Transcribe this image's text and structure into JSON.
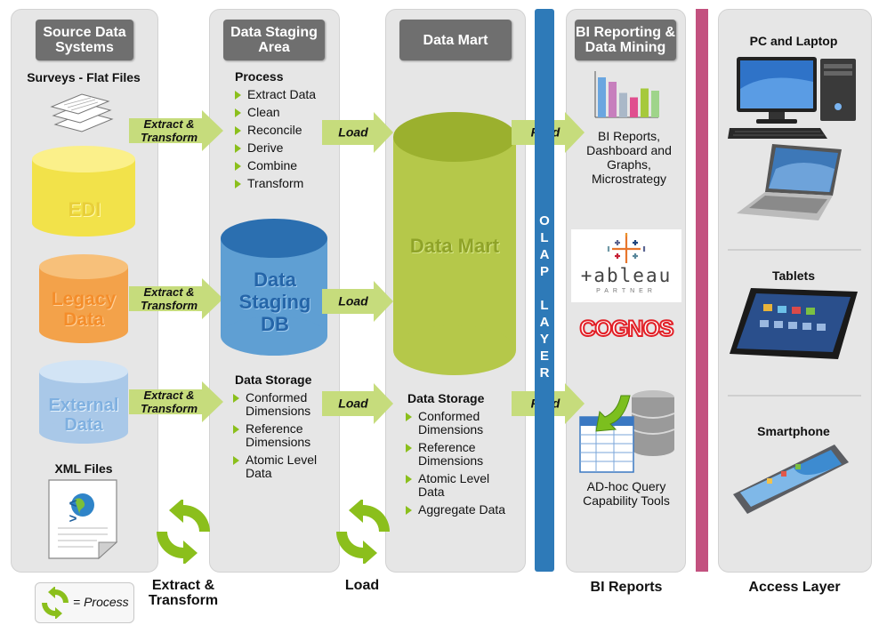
{
  "columns": {
    "source": {
      "title": "Source Data Systems",
      "surveys": "Surveys - Flat Files",
      "edi": "EDI",
      "legacy": "Legacy Data",
      "external": "External Data",
      "xml": "XML Files",
      "xml_glyph": "< >"
    },
    "staging": {
      "title": "Data Staging Area",
      "process_title": "Process",
      "process_items": [
        "Extract Data",
        "Clean",
        "Reconcile",
        "Derive",
        "Combine",
        "Transform"
      ],
      "db_label": "Data Staging DB",
      "storage_title": "Data Storage",
      "storage_items": [
        "Conformed Dimensions",
        "Reference Dimensions",
        "Atomic Level Data"
      ]
    },
    "mart": {
      "title": "Data Mart",
      "db_label": "Data Mart",
      "storage_title": "Data Storage",
      "storage_items": [
        "Conformed Dimensions",
        "Reference Dimensions",
        "Atomic Level Data",
        "Aggregate Data"
      ]
    },
    "bi": {
      "title": "BI Reporting & Data Mining",
      "reports_text": "BI Reports, Dashboard and Graphs, Microstrategy",
      "tableau_word": "+ableau",
      "tableau_partner": "PARTNER",
      "cognos": "COGNOS",
      "adhoc_text": "AD-hoc Query Capability Tools"
    },
    "access": {
      "pc": "PC and Laptop",
      "tablets": "Tablets",
      "smartphone": "Smartphone"
    }
  },
  "arrows": {
    "extract_label": "Extract & Transform",
    "load_label": "Load",
    "feed_label": "Feed"
  },
  "olap_letters": [
    "O",
    "L",
    "A",
    "P",
    "",
    "L",
    "A",
    "Y",
    "E",
    "R"
  ],
  "bottom": {
    "legend": "= Process",
    "extract": "Extract & Transform",
    "load": "Load",
    "bi_reports": "BI Reports",
    "access_layer": "Access Layer"
  },
  "bar_chart": {
    "values": [
      0.9,
      0.8,
      0.55,
      0.45,
      0.65,
      0.6
    ],
    "colors": [
      "#6aa6e0",
      "#c77fbd",
      "#aab8c8",
      "#e04f8f",
      "#a6c93c",
      "#9fd48a"
    ]
  },
  "colors": {
    "arrow": "#c6dc7c",
    "olap": "#2e7ab8",
    "access_bar": "#c3517f",
    "edi": "#f2e24a",
    "legacy": "#f3a24a",
    "external": "#a9c8e8",
    "staging_db": "#5f9fd3",
    "mart_db": "#b5c84a",
    "process_icon": "#8bbf1c"
  }
}
